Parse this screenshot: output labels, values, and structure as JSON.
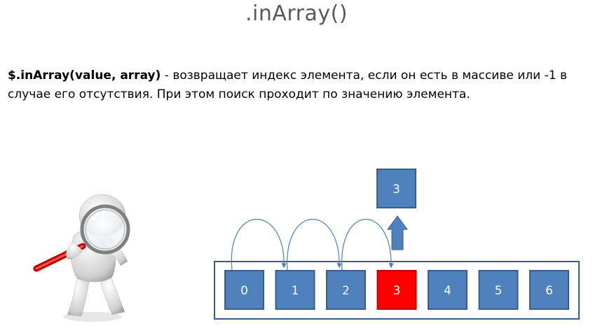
{
  "title": ".inArray()",
  "description": {
    "signature": "$.inArray(value, array)",
    "text": " - возвращает индекс элемента, если он есть в массиве или -1 в случае его отсутствия. При этом поиск проходит по значению элемента."
  },
  "diagram": {
    "found_value": "3",
    "cells": [
      "0",
      "1",
      "2",
      "3",
      "4",
      "5",
      "6"
    ],
    "found_index": 3,
    "colors": {
      "cell_fill": "#4f81bd",
      "cell_stroke": "#385d8a",
      "found_fill": "#ff0000",
      "found_stroke": "#c00000",
      "frame_stroke": "#385d8a",
      "arc_stroke": "#4a7ebb",
      "arrow_fill": "#4f81bd"
    },
    "illustration": "person-with-magnifying-glass"
  }
}
